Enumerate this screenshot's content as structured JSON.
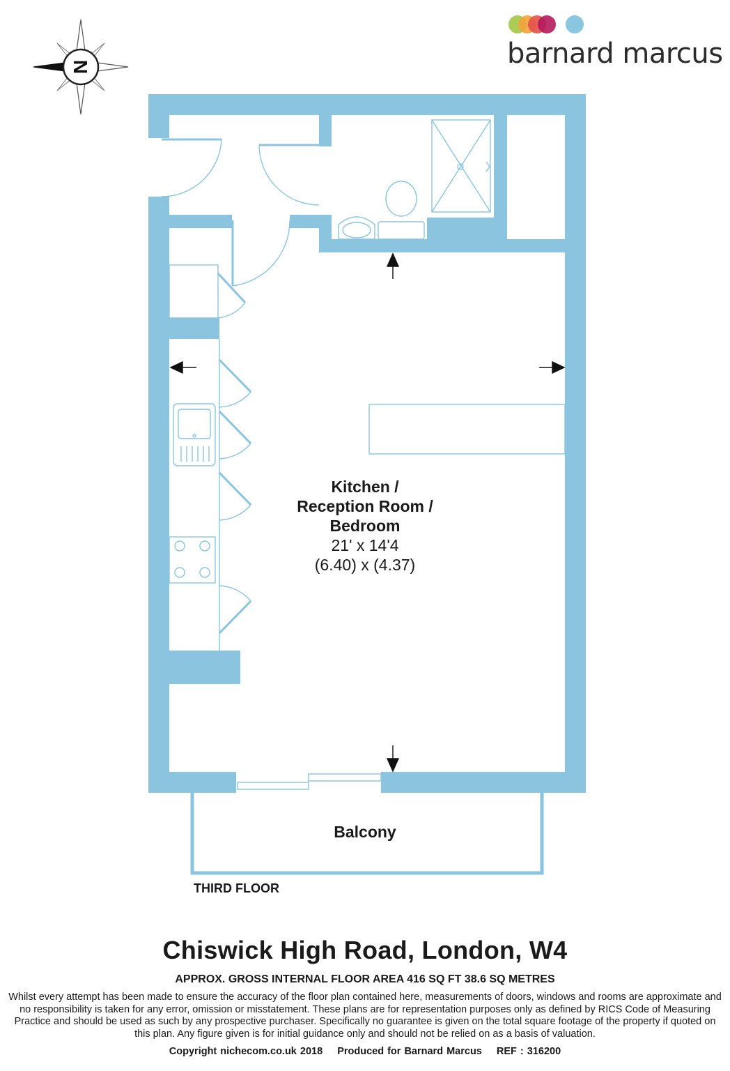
{
  "brand": {
    "name": "barnard marcus",
    "dot_colors": [
      "#a3c644",
      "#f3a33a",
      "#e3514a",
      "#b5195b",
      "#8ac6e0"
    ]
  },
  "compass": {
    "label": "N"
  },
  "plan": {
    "wall_color": "#8ac4de",
    "line_color": "#8ac4de",
    "rooms": {
      "main": {
        "name_lines": [
          "Kitchen /",
          "Reception Room /",
          "Bedroom"
        ],
        "dim_imperial": "21' x 14'4",
        "dim_metric": "(6.40) x (4.37)"
      },
      "balcony": {
        "name": "Balcony"
      }
    },
    "floor": "THIRD FLOOR"
  },
  "footer": {
    "address": "Chiswick High Road, London, W4",
    "area": "APPROX. GROSS INTERNAL FLOOR AREA 416 SQ FT 38.6 SQ METRES",
    "disclaimer": "Whilst every attempt has been made to ensure the accuracy of the floor plan contained here, measurements of doors, windows and rooms are approximate and no responsibility is taken for any error, omission or misstatement. These plans are for representation purposes only as defined by RICS Code of Measuring Practice and should be used as such by any prospective purchaser.  Specifically no guarantee is given on the total square footage of the property if quoted on this plan. Any figure given is for initial guidance only and should not be relied on as a basis of valuation.",
    "copyright": "Copyright nichecom.co.uk 2018",
    "produced_for": "Produced for Barnard Marcus",
    "ref": "REF : 316200"
  }
}
